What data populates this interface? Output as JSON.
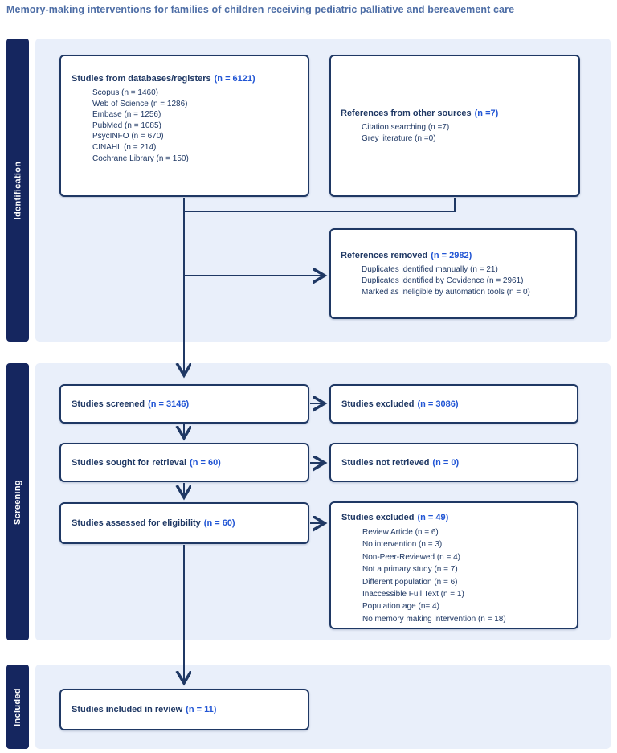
{
  "title": "Memory-making interventions for families of children receiving pediatric palliative and bereavement care",
  "colors": {
    "box_border": "#1f3864",
    "heading_text": "#1f3864",
    "count_text": "#2155d4",
    "sidebar_bar": "#15265f",
    "section_panel": "#e9effa",
    "title_text": "#4e6ea6"
  },
  "sections": {
    "identification": {
      "label": "Identification"
    },
    "screening": {
      "label": "Screening"
    },
    "included": {
      "label": "Included"
    }
  },
  "boxes": {
    "databases": {
      "title": "Studies from databases/registers",
      "count": "(n = 6121)",
      "items": [
        "Scopus (n = 1460)",
        "Web of Science (n = 1286)",
        "Embase (n = 1256)",
        "PubMed (n = 1085)",
        "PsycINFO (n = 670)",
        "CINAHL (n = 214)",
        "Cochrane Library (n = 150)"
      ]
    },
    "other_sources": {
      "title": "References from other sources",
      "count": "(n =7)",
      "items": [
        "Citation searching (n =7)",
        "Grey literature (n =0)"
      ]
    },
    "references_removed": {
      "title": "References removed",
      "count": "(n = 2982)",
      "items": [
        "Duplicates identified manually (n = 21)",
        "Duplicates identified by Covidence (n = 2961)",
        "Marked as ineligible by automation tools (n = 0)"
      ]
    },
    "screened": {
      "title": "Studies screened",
      "count": "(n = 3146)"
    },
    "excluded_screen": {
      "title": "Studies excluded",
      "count": "(n = 3086)"
    },
    "sought": {
      "title": "Studies sought for retrieval",
      "count": "(n = 60)"
    },
    "not_retrieved": {
      "title": "Studies not retrieved",
      "count": "(n = 0)"
    },
    "assessed": {
      "title": "Studies assessed for eligibility",
      "count": "(n = 60)"
    },
    "excluded_eligibility": {
      "title": "Studies excluded",
      "count": "(n = 49)",
      "items": [
        "Review Article (n = 6)",
        "No intervention (n = 3)",
        "Non-Peer-Reviewed (n = 4)",
        "Not a primary study (n = 7)",
        "Different population (n = 6)",
        "Inaccessible Full Text (n = 1)",
        "Population age (n= 4)",
        "No memory making intervention (n = 18)"
      ]
    },
    "included": {
      "title": "Studies included in review",
      "count": "(n = 11)"
    }
  }
}
